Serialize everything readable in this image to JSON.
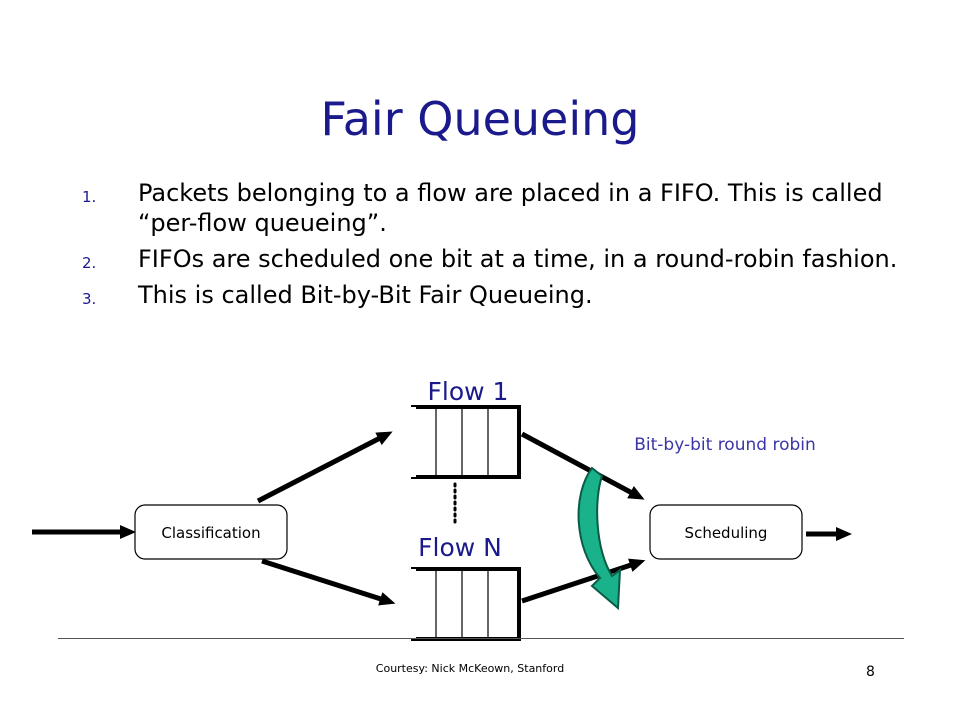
{
  "slide": {
    "title": "Fair Queueing",
    "bullets": [
      {
        "num": "1.",
        "text": "Packets belonging to a flow are placed in a FIFO. This is called “per-flow queueing”."
      },
      {
        "num": "2.",
        "text": "FIFOs are scheduled one bit at a time, in a round-robin fashion."
      },
      {
        "num": "3.",
        "text": "This is called Bit-by-Bit Fair Queueing."
      }
    ],
    "diagram": {
      "flow1_label": "Flow 1",
      "flowN_label": "Flow N",
      "rr_label": "Bit-by-bit round robin",
      "classification_label": "Classification",
      "scheduling_label": "Scheduling",
      "colors": {
        "label_blue": "#1a1a8c",
        "rr_text": "#3a36a8",
        "rr_arrow_fill": "#19b28a",
        "rr_arrow_stroke": "#0a5c46"
      }
    },
    "footer": {
      "courtesy": "Courtesy: Nick McKeown, Stanford",
      "page_number": "8"
    }
  }
}
